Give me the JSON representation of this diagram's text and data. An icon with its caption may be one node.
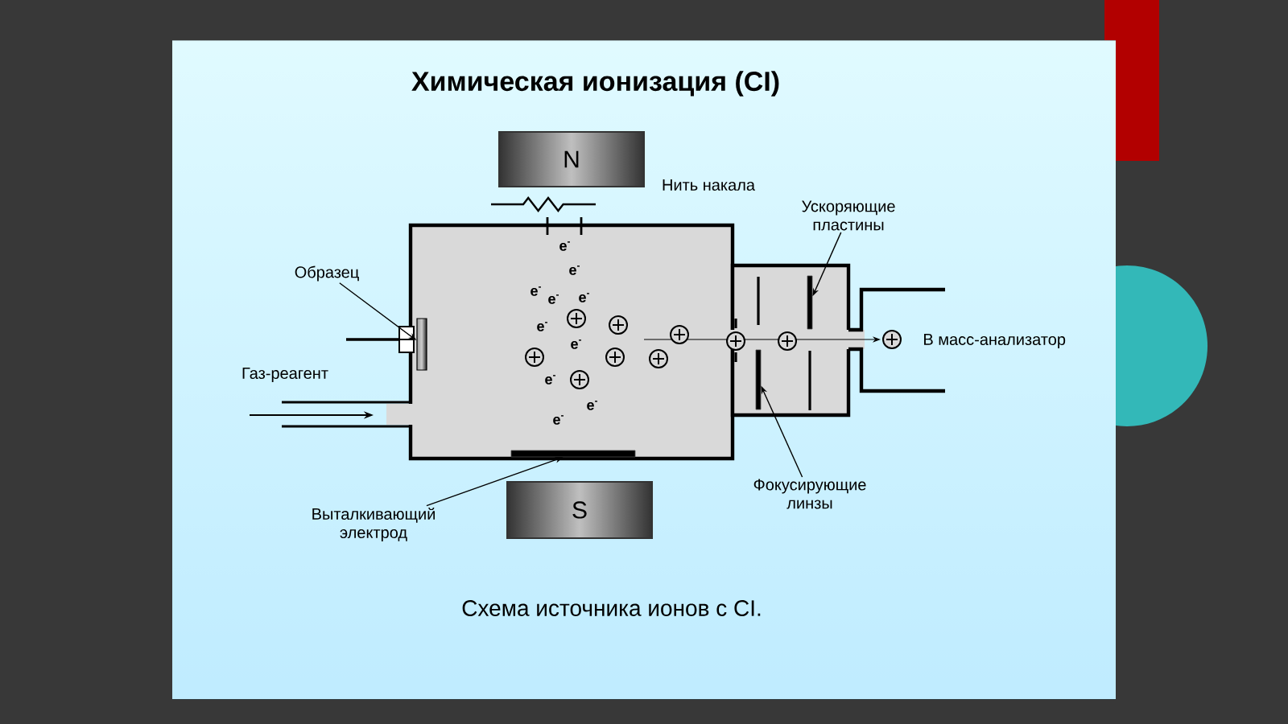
{
  "diagram": {
    "title": "Химическая ионизация (CI)",
    "caption": "Схема источника ионов с CI.",
    "nodes": [
      {
        "text": [
          "N"
        ]
      },
      {
        "text": [
          "S"
        ]
      },
      {
        "text": [
          "Образец"
        ]
      },
      {
        "text": [],
        "shape": "box"
      },
      {
        "text": [
          "Выталкивающий электрод"
        ]
      },
      {
        "text": [],
        "shape": "bar"
      },
      {
        "text": [
          "Ускоряющие пластины"
        ]
      },
      {
        "text": [],
        "shape": "bar"
      },
      {
        "text": [
          "Фокусирующие линзы"
        ]
      },
      {
        "text": [],
        "shape": "bar"
      }
    ],
    "edges": [
      {
        "from": 2,
        "to": 3,
        "arrow": "to"
      },
      {
        "from": 4,
        "to": 5,
        "arrow": "to"
      },
      {
        "from": 6,
        "to": 7,
        "arrow": "to"
      },
      {
        "from": 8,
        "to": 9,
        "arrow": "to"
      }
    ],
    "labels": [
      "Нить накала",
      "Газ-реагент",
      "В масс-анализатор",
      "e$^{-}$",
      "e$^{-}$",
      "e$^{-}$",
      "e$^{-}$",
      "e$^{-}$",
      "e$^{-}$",
      "e$^{-}$",
      "e$^{-}$",
      "e$^{-}$",
      "e$^{-}$"
    ]
  }
}
